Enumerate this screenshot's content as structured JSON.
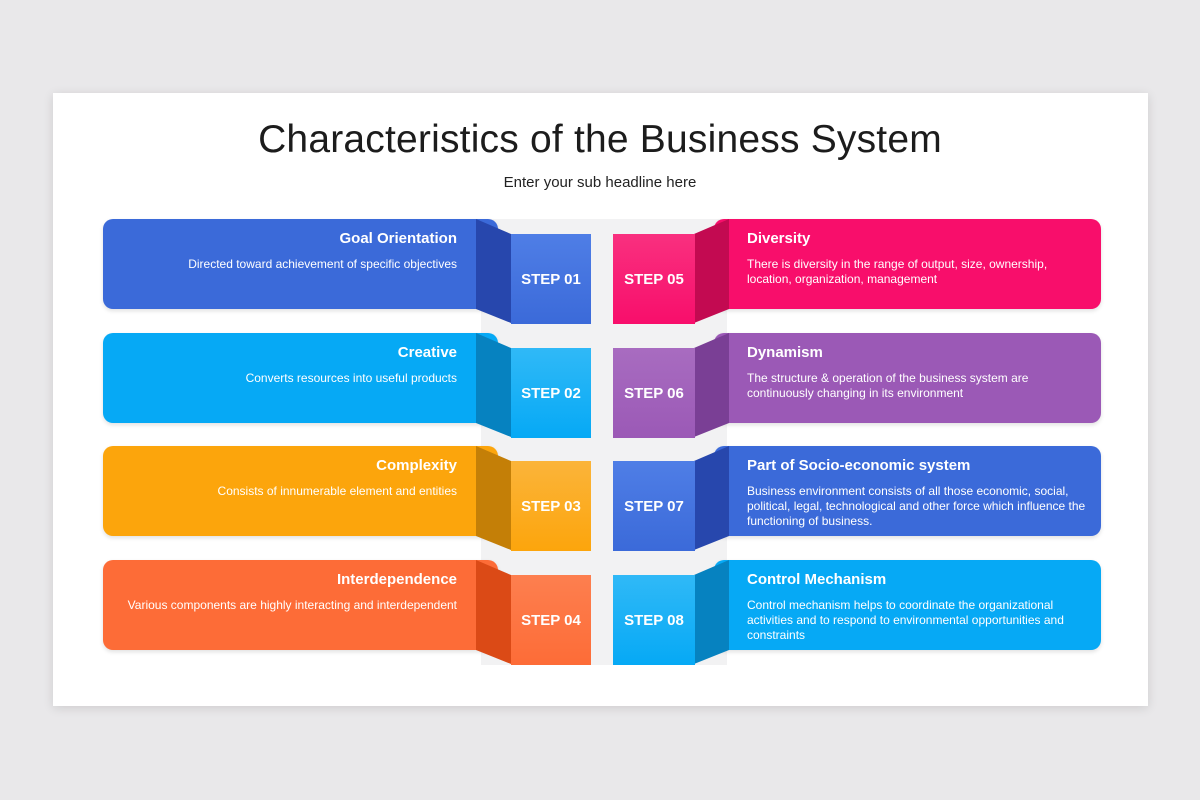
{
  "title": "Characteristics of the Business System",
  "subtitle": "Enter your sub headline here",
  "left_items": [
    {
      "step": "STEP 01",
      "title": "Goal Orientation",
      "desc": "Directed toward achievement of specific objectives",
      "color": "#3b6ad9",
      "dark": "#2747ad",
      "light": "#4f7ee6"
    },
    {
      "step": "STEP 02",
      "title": "Creative",
      "desc": "Converts resources into useful products",
      "color": "#06a9f5",
      "dark": "#0682c0",
      "light": "#30b9f7"
    },
    {
      "step": "STEP 03",
      "title": "Complexity",
      "desc": "Consists of innumerable element and entities",
      "color": "#fca50c",
      "dark": "#c47f07",
      "light": "#fbb43a"
    },
    {
      "step": "STEP 04",
      "title": "Interdependence",
      "desc": "Various components are highly interacting and interdependent",
      "color": "#fd6c37",
      "dark": "#db4a16",
      "light": "#fd7f4f"
    }
  ],
  "right_items": [
    {
      "step": "STEP 05",
      "title": "Diversity",
      "desc": "There is diversity in the range of output, size, ownership, location, organization, management",
      "color": "#f80e6b",
      "dark": "#c30a51",
      "light": "#f9307f"
    },
    {
      "step": "STEP 06",
      "title": "Dynamism",
      "desc": "The structure & operation of the business system are continuously changing in its environment",
      "color": "#9b59b6",
      "dark": "#7a3f95",
      "light": "#a86cc0"
    },
    {
      "step": "STEP 07",
      "title": "Part of Socio-economic system",
      "desc": "Business environment consists of all those economic, social, political, legal, technological and other force which influence the functioning of business.",
      "color": "#3b6ad9",
      "dark": "#2747ad",
      "light": "#4f7ee6"
    },
    {
      "step": "STEP 08",
      "title": "Control Mechanism",
      "desc": "Control mechanism helps to coordinate the organizational activities and to respond to environmental opportunities and constraints",
      "color": "#06a9f5",
      "dark": "#0682c0",
      "light": "#30b9f7"
    }
  ]
}
